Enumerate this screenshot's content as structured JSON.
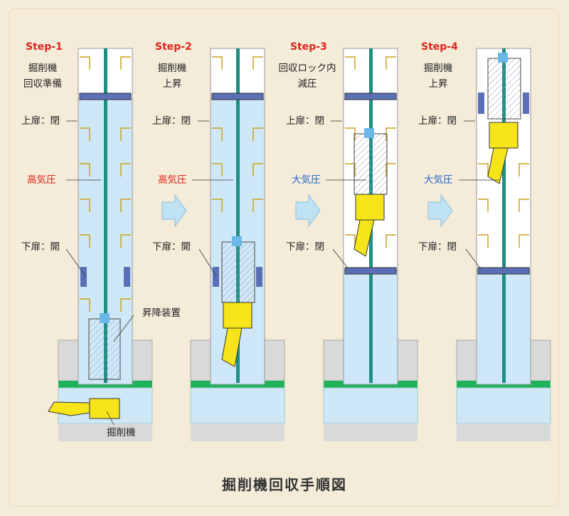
{
  "title": "掘削機回収手順図",
  "steps": [
    {
      "step_label": "Step-1",
      "caption_lines": [
        "掘削機",
        "回収準備"
      ],
      "upper_door": "上扉：閉",
      "pressure": "高気圧",
      "lower_door": "下扉：開",
      "extra_labels": [
        "昇降装置",
        "掘削機"
      ]
    },
    {
      "step_label": "Step-2",
      "caption_lines": [
        "掘削機",
        "上昇"
      ],
      "upper_door": "上扉：閉",
      "pressure": "高気圧",
      "lower_door": "下扉：開"
    },
    {
      "step_label": "Step-3",
      "caption_lines": [
        "回収ロック内",
        "減圧"
      ],
      "upper_door": "上扉：閉",
      "pressure": "大気圧",
      "lower_door": "下扉：閉"
    },
    {
      "step_label": "Step-4",
      "caption_lines": [
        "掘削機",
        "上昇"
      ],
      "upper_door": "上扉：閉",
      "pressure": "大気圧",
      "lower_door": "下扉：閉"
    }
  ],
  "colors": {
    "background": "#f4ebd9",
    "step_label": "#e0251b",
    "high_pressure": "#e0251b",
    "atmospheric": "#2367c8",
    "shaft_high": "#cfe8f7",
    "shaft_air": "#ffffff",
    "machine": "#f7e41a",
    "rod": "#1f8f85",
    "green_band": "#1fb25a",
    "arrow": "#bfe3f5"
  }
}
